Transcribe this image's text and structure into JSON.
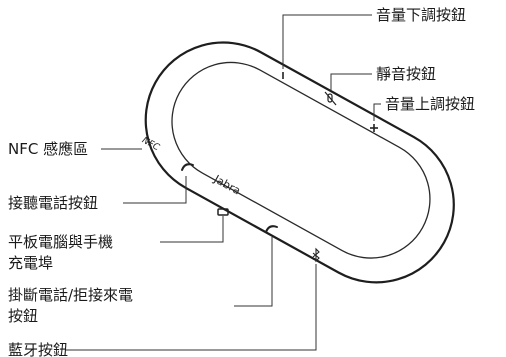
{
  "device": {
    "brand": "Jabra",
    "nfc_mark": "NFC"
  },
  "labels": {
    "volume_down": "音量下調按鈕",
    "mute": "靜音按鈕",
    "volume_up": "音量上調按鈕",
    "nfc_area": "NFC 感應區",
    "answer": "接聽電話按鈕",
    "charging_line1": "平板電腦與手機",
    "charging_line2": "充電埠",
    "hangup_line1": "掛斷電話/拒接來電",
    "hangup_line2": "按鈕",
    "bluetooth": "藍牙按鈕"
  }
}
